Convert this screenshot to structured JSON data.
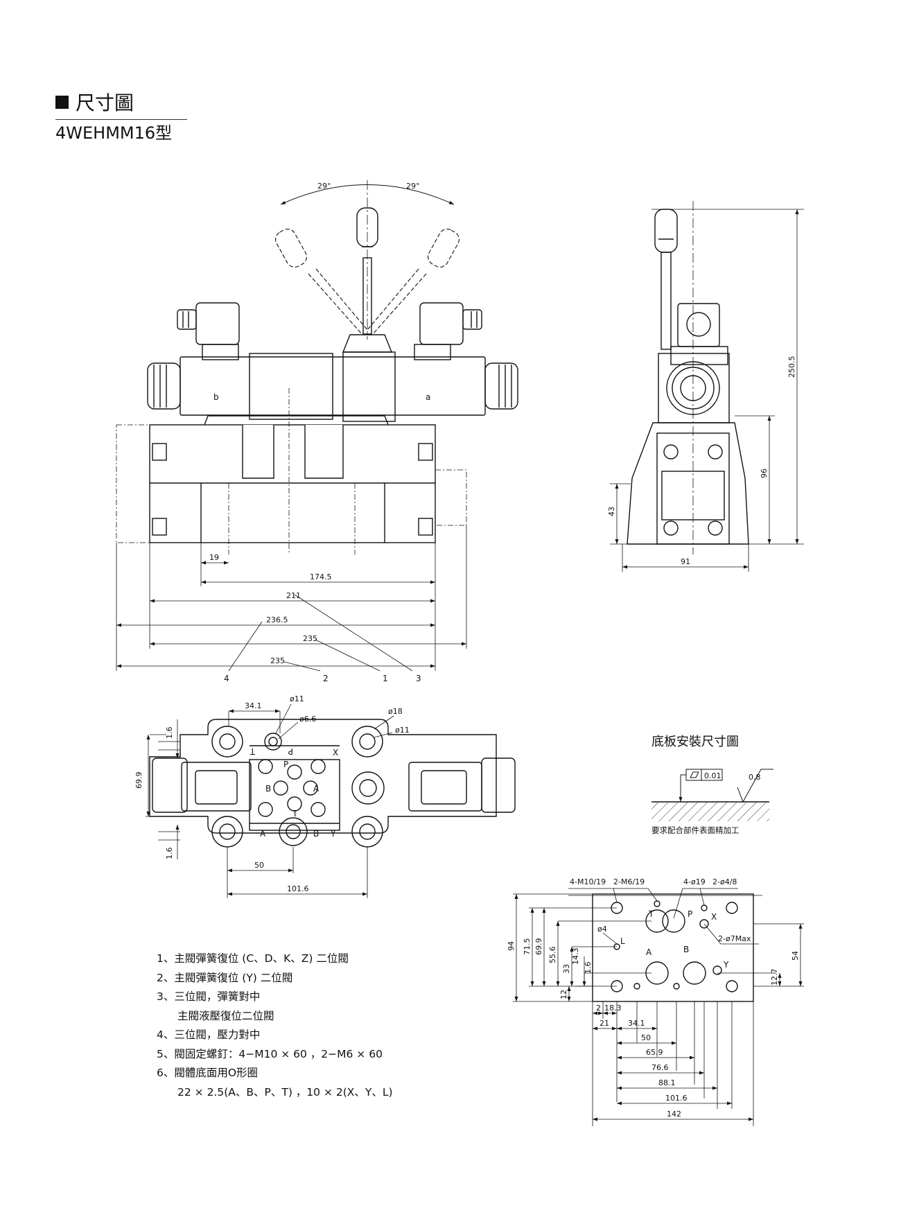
{
  "header": {
    "section_title": "尺寸圖",
    "model": "4WEHMM16型"
  },
  "front_view": {
    "angle_left": "29°",
    "angle_right": "29°",
    "solenoid_b": "b",
    "solenoid_a": "a",
    "dims": [
      "19",
      "174.5",
      "211",
      "236.5",
      "235",
      "235"
    ],
    "callouts": [
      "4",
      "2",
      "1",
      "3"
    ]
  },
  "side_view": {
    "dims": [
      "250.5",
      "96",
      "43",
      "91"
    ]
  },
  "top_view": {
    "dims": [
      "34.1",
      "ø11",
      "ø6.6",
      "ø18",
      "ø11",
      "1.6",
      "69.9",
      "1.6",
      "50",
      "101.6"
    ],
    "port_labels": [
      "T",
      "P",
      "X",
      "P",
      "B",
      "A",
      "T",
      "A",
      "B",
      "Y"
    ]
  },
  "subplate_title": "底板安裝尺寸圖",
  "surface_spec": {
    "flatness": "0.01",
    "roughness": "0.8",
    "note": "要求配合部件表面精加工"
  },
  "subplate": {
    "callouts": [
      "4-M10/19",
      "2-M6/19",
      "4-ø19",
      "2-ø4/8",
      "ø4",
      "2-ø7Max"
    ],
    "ports": [
      "T",
      "P",
      "X",
      "L",
      "A",
      "B",
      "Y"
    ],
    "left_dims": [
      "94",
      "71.5",
      "69.9",
      "55.6",
      "33",
      "14.3",
      "1.6",
      "12"
    ],
    "right_dims": [
      "12.7",
      "54"
    ],
    "bottom_dims": [
      "2",
      "18.3",
      "21",
      "34.1",
      "50",
      "65.9",
      "76.6",
      "88.1",
      "101.6",
      "142"
    ]
  },
  "notes": [
    "1、主閥彈簧復位 (C、D、K、Z) 二位閥",
    "2、主閥彈簧復位 (Y) 二位閥",
    "3、三位閥，彈簧對中",
    "主閥液壓復位二位閥",
    "4、三位閥，壓力對中",
    "5、閥固定螺釘：4−M10 × 60 ，2−M6 × 60",
    "6、閥體底面用O形圈",
    "22 × 2.5(A、B、P、T) ，10 × 2(X、Y、L)"
  ]
}
